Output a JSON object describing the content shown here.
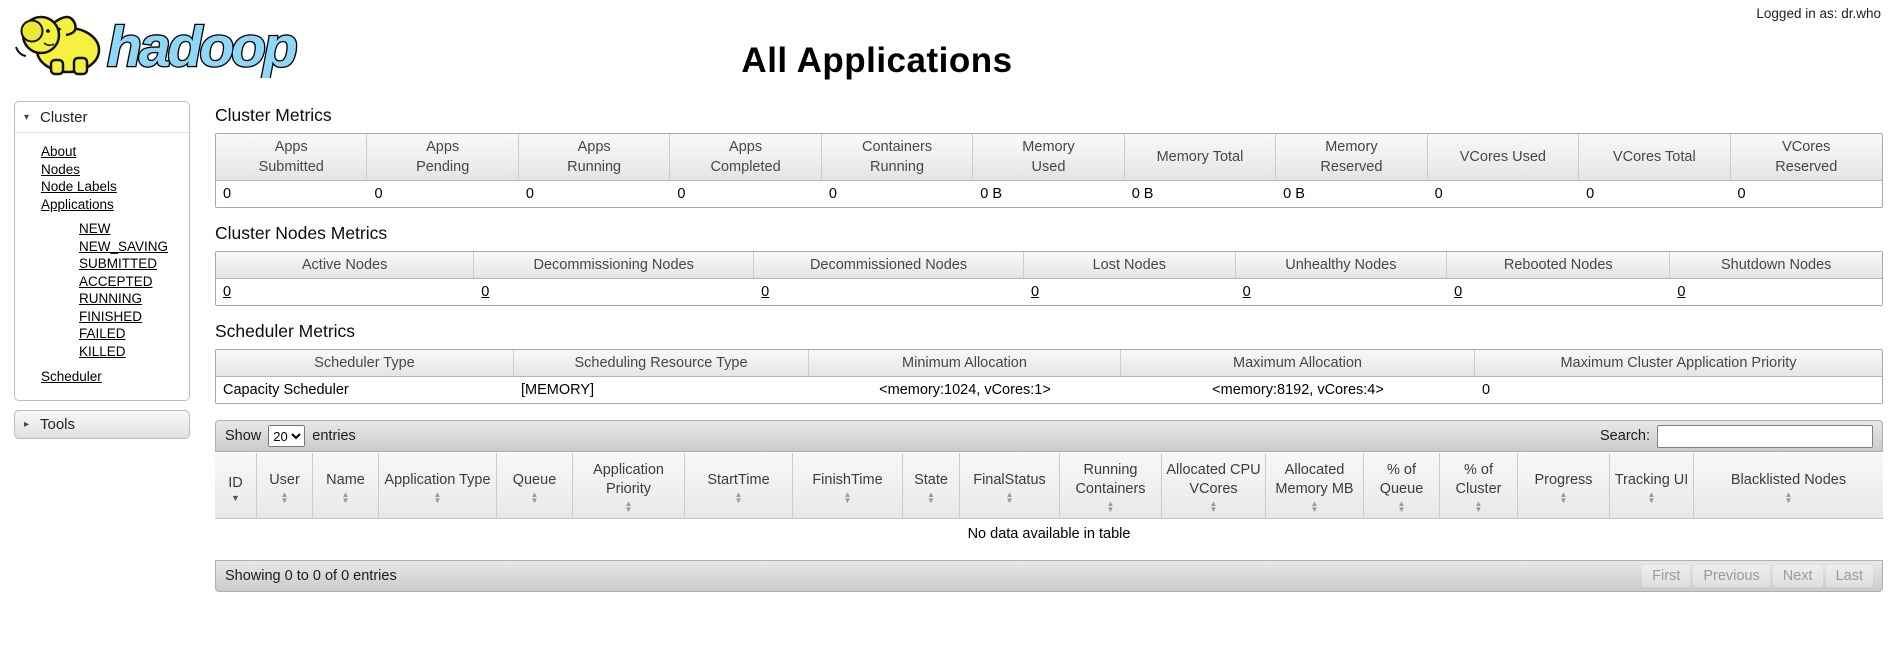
{
  "header": {
    "logo_text": "hadoop",
    "title": "All Applications",
    "logged_in_as": "Logged in as: dr.who"
  },
  "icons": {
    "expanded": "▾",
    "collapsed": "▸",
    "sort_up": "▲",
    "sort_down": "▼"
  },
  "sidebar": {
    "cluster": {
      "label": "Cluster",
      "items": [
        "About",
        "Nodes",
        "Node Labels",
        "Applications"
      ],
      "app_states": [
        "NEW",
        "NEW_SAVING",
        "SUBMITTED",
        "ACCEPTED",
        "RUNNING",
        "FINISHED",
        "FAILED",
        "KILLED"
      ],
      "scheduler_label": "Scheduler"
    },
    "tools_label": "Tools"
  },
  "cluster_metrics": {
    "heading": "Cluster Metrics",
    "columns": [
      "Apps Submitted",
      "Apps Pending",
      "Apps Running",
      "Apps Completed",
      "Containers Running",
      "Memory Used",
      "Memory Total",
      "Memory Reserved",
      "VCores Used",
      "VCores Total",
      "VCores Reserved"
    ],
    "values": [
      "0",
      "0",
      "0",
      "0",
      "0",
      "0 B",
      "0 B",
      "0 B",
      "0",
      "0",
      "0"
    ]
  },
  "cluster_nodes_metrics": {
    "heading": "Cluster Nodes Metrics",
    "columns": [
      "Active Nodes",
      "Decommissioning Nodes",
      "Decommissioned Nodes",
      "Lost Nodes",
      "Unhealthy Nodes",
      "Rebooted Nodes",
      "Shutdown Nodes"
    ],
    "values": [
      "0",
      "0",
      "0",
      "0",
      "0",
      "0",
      "0"
    ]
  },
  "scheduler_metrics": {
    "heading": "Scheduler Metrics",
    "columns": [
      "Scheduler Type",
      "Scheduling Resource Type",
      "Minimum Allocation",
      "Maximum Allocation",
      "Maximum Cluster Application Priority"
    ],
    "values": {
      "scheduler_type": "Capacity Scheduler",
      "resource_type": "[MEMORY]",
      "minimum_allocation": "<memory:1024, vCores:1>",
      "maximum_allocation": "<memory:8192, vCores:4>",
      "max_cluster_app_priority": "0"
    }
  },
  "apps_table": {
    "show_label": "Show",
    "page_size": "20",
    "entries_label": "entries",
    "search_label": "Search:",
    "columns": [
      "ID",
      "User",
      "Name",
      "Application Type",
      "Queue",
      "Application Priority",
      "StartTime",
      "FinishTime",
      "State",
      "FinalStatus",
      "Running Containers",
      "Allocated CPU VCores",
      "Allocated Memory MB",
      "% of Queue",
      "% of Cluster",
      "Progress",
      "Tracking UI",
      "Blacklisted Nodes"
    ],
    "empty_message": "No data available in table",
    "footer_status": "Showing 0 to 0 of 0 entries",
    "pagination": [
      "First",
      "Previous",
      "Next",
      "Last"
    ]
  }
}
